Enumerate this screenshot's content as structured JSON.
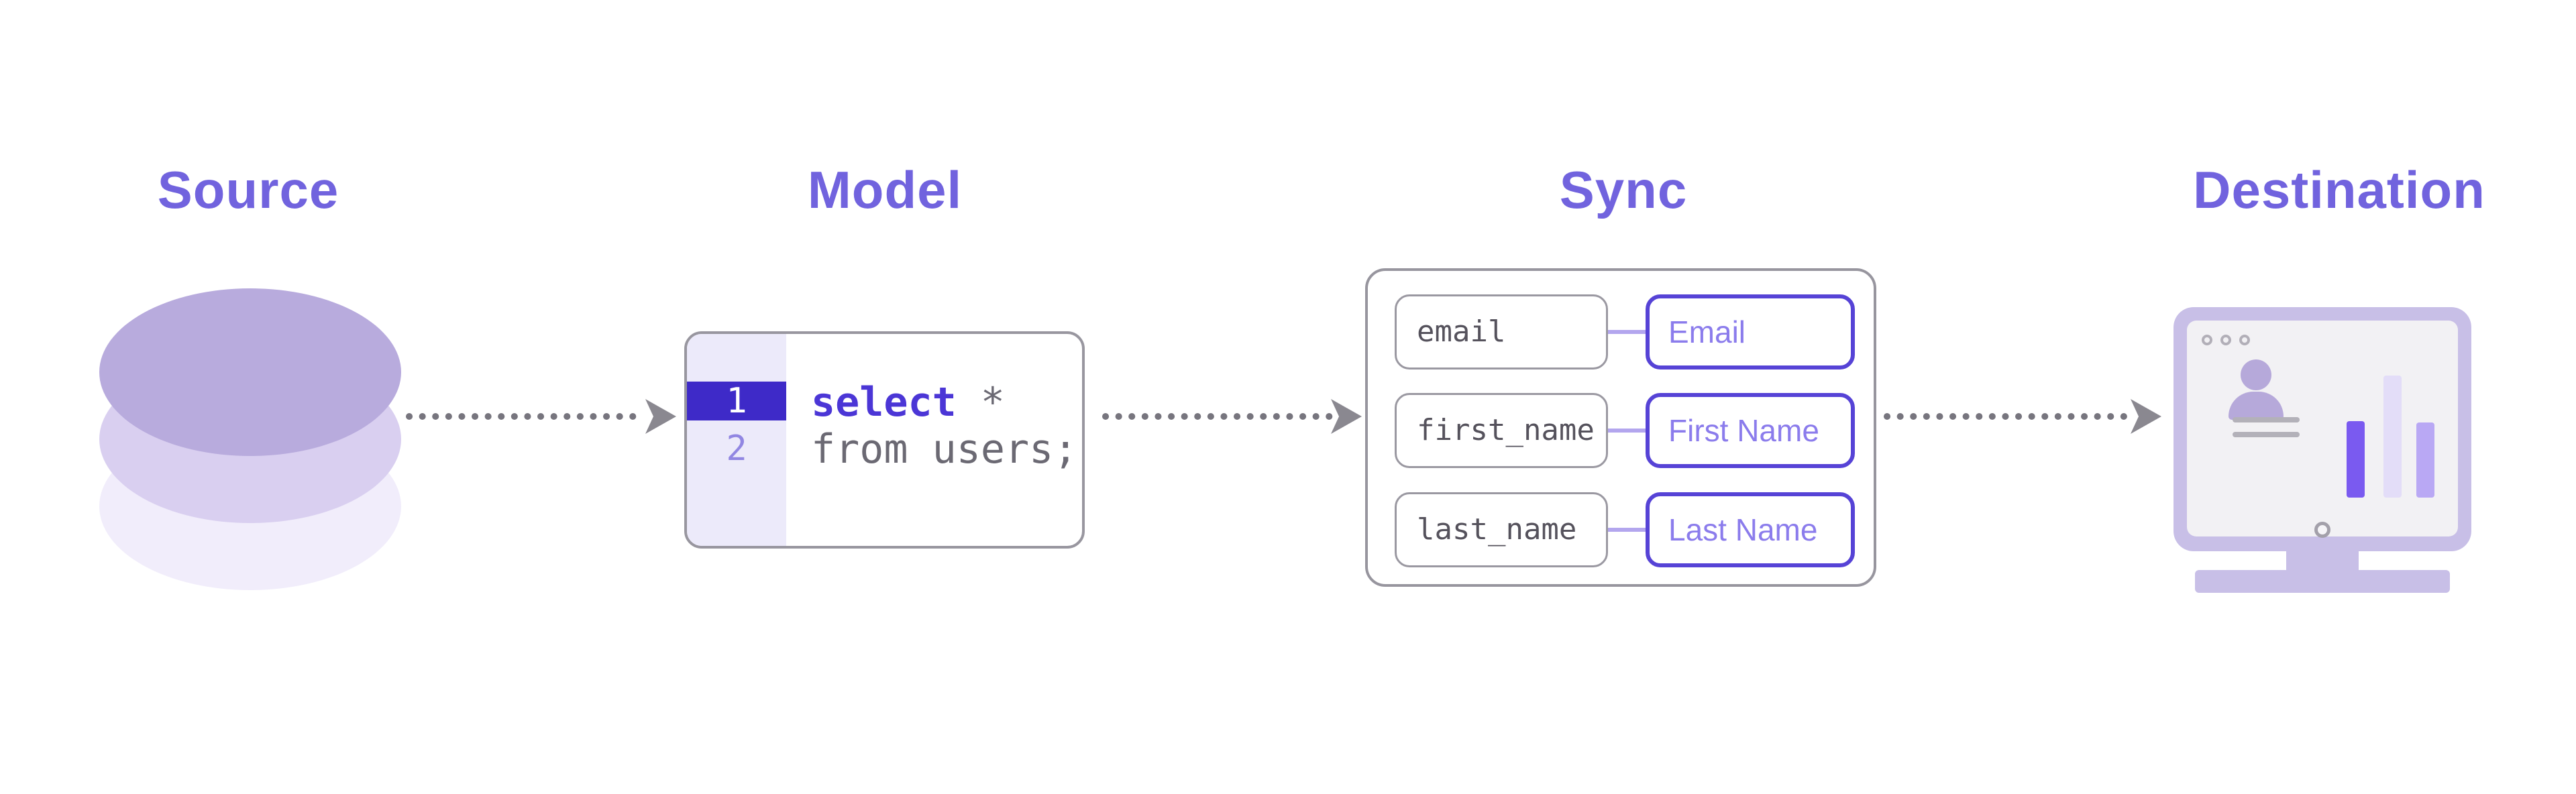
{
  "titles": {
    "source": "Source",
    "model": "Model",
    "sync": "Sync",
    "destination": "Destination"
  },
  "model_editor": {
    "lines": [
      {
        "number": "1",
        "highlighted": true
      },
      {
        "number": "2",
        "highlighted": false
      }
    ],
    "code": {
      "keyword": "select",
      "after_keyword": "*",
      "line2": "from users;"
    }
  },
  "sync_mapping": {
    "rows": [
      {
        "source_field": "email",
        "destination_field": "Email"
      },
      {
        "source_field": "first_name",
        "destination_field": "First Name"
      },
      {
        "source_field": "last_name",
        "destination_field": "Last Name"
      }
    ]
  },
  "colors": {
    "accent_title": "#7163de",
    "highlighted_line_bg": "#3e2ac8",
    "sql_keyword": "#4b36d6",
    "code_gray": "#6b6973",
    "sync_dest_border": "#5643d6",
    "sync_dest_label": "#8b7cec",
    "panel_border_gray": "#97959e",
    "arrow_gray": "#77757e",
    "db_lavender": "#b8abdd",
    "monitor_lavender": "#c8bfe7"
  }
}
